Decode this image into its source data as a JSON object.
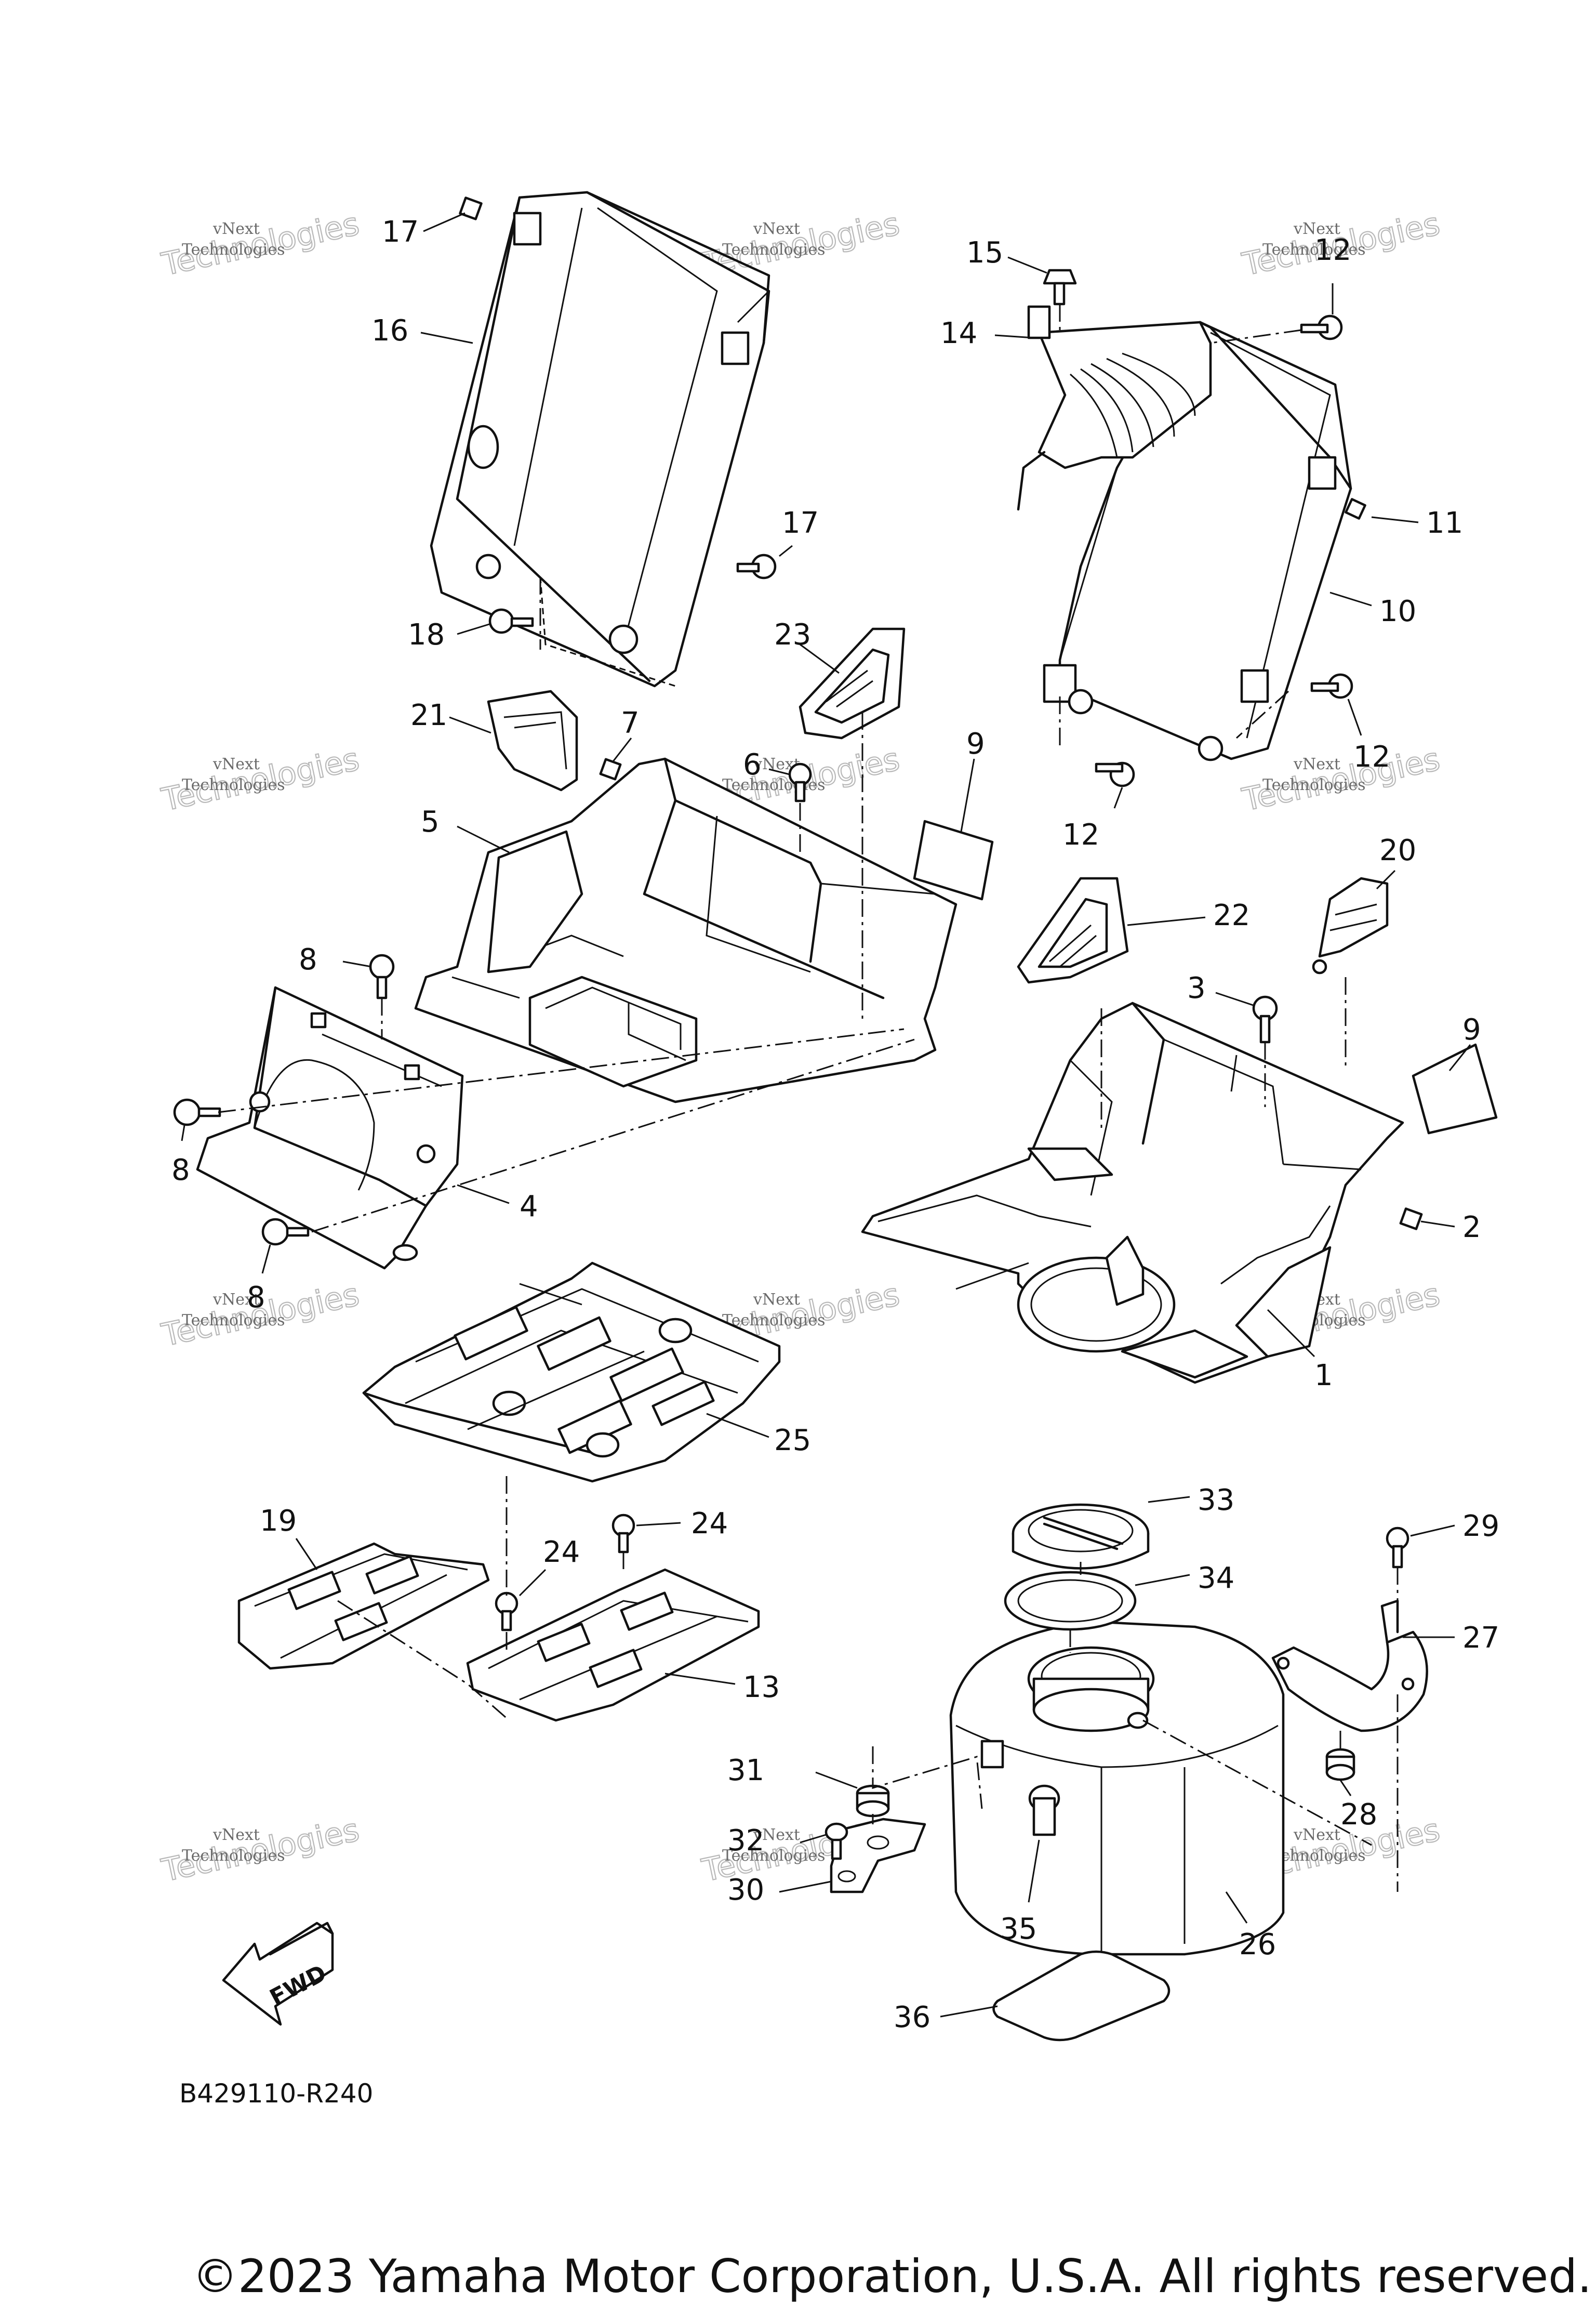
{
  "diagram": {
    "code": "B429110-R240",
    "fwd_label": "FWD",
    "copyright": "©2023 Yamaha Motor Corporation, U.S.A. All rights reserved.",
    "watermark": {
      "line1": "vNext",
      "line2": "Technologies",
      "line3": "Technologies"
    },
    "callouts": [
      "1",
      "2",
      "3",
      "4",
      "5",
      "6",
      "7",
      "8",
      "8",
      "8",
      "9",
      "9",
      "10",
      "11",
      "12",
      "12",
      "12",
      "13",
      "14",
      "15",
      "16",
      "17",
      "17",
      "18",
      "19",
      "20",
      "21",
      "22",
      "23",
      "24",
      "24",
      "25",
      "26",
      "27",
      "28",
      "29",
      "30",
      "31",
      "32",
      "33",
      "34",
      "35",
      "36"
    ]
  }
}
